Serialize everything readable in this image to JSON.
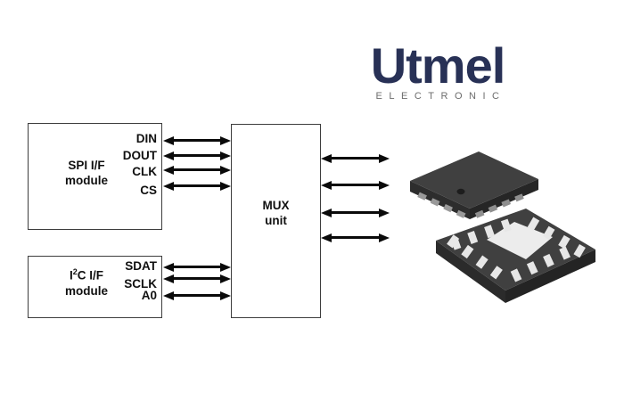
{
  "brand": {
    "name": "Utmel",
    "tagline": "ELECTRONIC"
  },
  "diagram": {
    "spi_module": {
      "name_line1": "SPI I/F",
      "name_line2": "module",
      "pins": [
        "DIN",
        "DOUT",
        "CLK",
        "CS"
      ]
    },
    "i2c_module": {
      "name_prefix": "I",
      "name_sup": "2",
      "name_mid": "C I/F",
      "name_line2": "module",
      "pins": [
        "SDAT",
        "SCLK",
        "A0"
      ]
    },
    "mux_unit": {
      "name_line1": "MUX",
      "name_line2": "unit"
    }
  },
  "illustration": {
    "chip_top": "QFN package top view with pin-1 dot",
    "chip_bottom": "QFN package bottom view with thermal pad"
  },
  "colors": {
    "line_black": "#0a0a0a",
    "box_border": "#3d3d3d",
    "logo_navy": "#283156",
    "tagline_gray": "#6d6d6d",
    "chip_body": "#404040",
    "chip_side": "#2b2b2b",
    "chip_pad": "#ececec",
    "chip_pin_light": "#e7e7e7"
  }
}
